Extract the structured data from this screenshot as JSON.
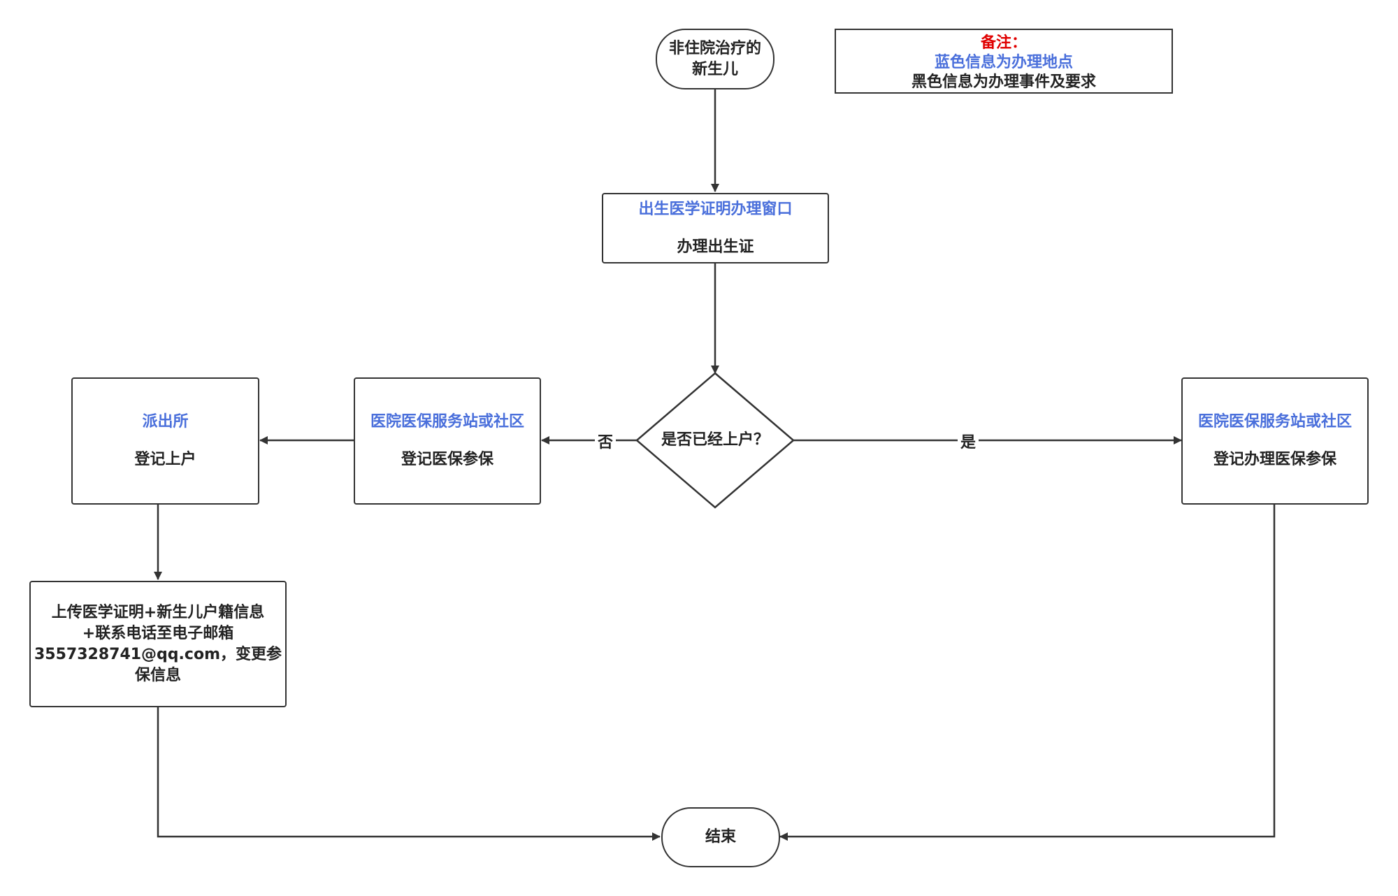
{
  "note": {
    "title": "备注：",
    "line1": "蓝色信息为办理地点",
    "line2": "黑色信息为办理事件及要求"
  },
  "colors": {
    "location_blue": "#4a6fdb",
    "note_title_red": "#e00000",
    "text_black": "#222222",
    "stroke": "#333333"
  },
  "nodes": {
    "start": {
      "line1": "非住院治疗的",
      "line2": "新生儿"
    },
    "birth_window": {
      "location": "出生医学证明办理窗口",
      "task": "办理出生证"
    },
    "decision": {
      "text": "是否已经上户？"
    },
    "hospital_left": {
      "location": "医院医保服务站或社区",
      "task": "登记医保参保"
    },
    "police": {
      "location": "派出所",
      "task": "登记上户"
    },
    "upload": {
      "line1": "上传医学证明+新生儿户籍信息",
      "line2": "+联系电话至电子邮箱",
      "line3": "3557328741@qq.com，变更参",
      "line4": "保信息"
    },
    "hospital_right": {
      "location": "医院医保服务站或社区",
      "task": "登记办理医保参保"
    },
    "end": {
      "text": "结束"
    }
  },
  "edges": {
    "no_label": "否",
    "yes_label": "是"
  }
}
